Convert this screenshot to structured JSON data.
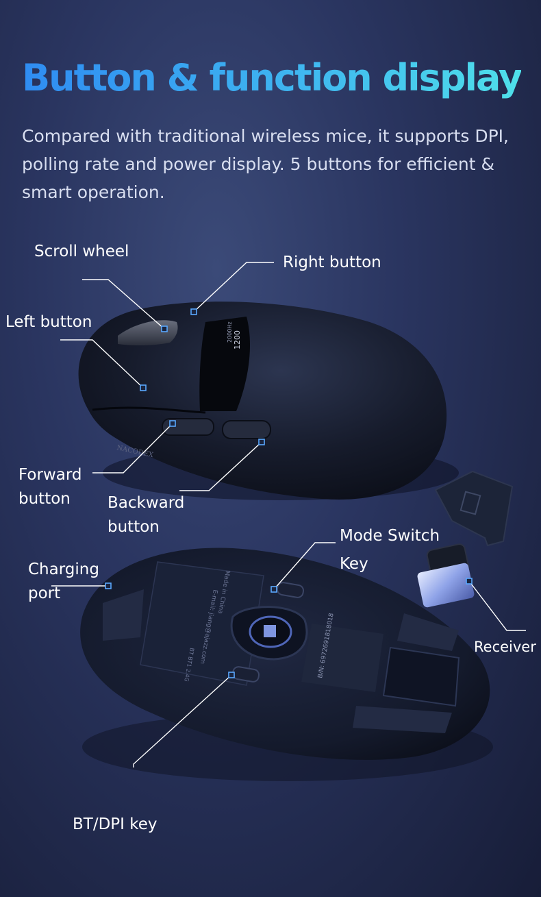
{
  "header": {
    "title": "Button & function display",
    "subtitle": "Compared with traditional wireless mice, it supports DPI, polling rate and power display. 5 buttons for efficient & smart operation."
  },
  "mouse_top": {
    "brand": "NACODEX",
    "display_top_text": "2000Hz",
    "display_dpi": "1200"
  },
  "mouse_bottom": {
    "sticker_line1": "Made in China",
    "sticker_line2": "E-mail: jiang@ajazz.com",
    "mode_labels": "BT BT1 2.4G",
    "serial_text": "B/N: 6972691818018"
  },
  "labels": {
    "scroll_wheel": "Scroll wheel",
    "right_button": "Right button",
    "left_button": "Left button",
    "forward_button_1": "Forward",
    "forward_button_2": "button",
    "backward_button_1": "Backward",
    "backward_button_2": "button",
    "mode_switch_1": "Mode Switch",
    "mode_switch_2": "Key",
    "charging_port_1": "Charging",
    "charging_port_2": "port",
    "receiver": "Receiver",
    "bt_dpi_key": "BT/DPI key"
  },
  "colors": {
    "title_gradient_start": "#2f8cf2",
    "title_gradient_end": "#4fe0ea",
    "background": "#2a3560",
    "callout_line": "#ffffff",
    "callout_marker": "#5aa8ff"
  }
}
